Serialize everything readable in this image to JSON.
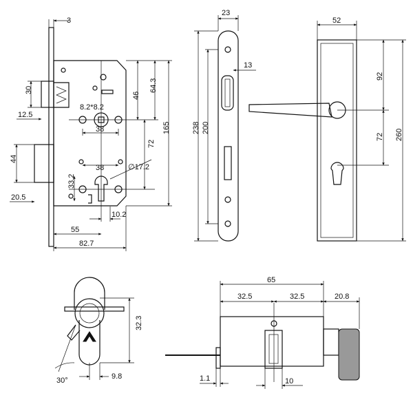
{
  "drawing": {
    "mortise_lock": {
      "dims": {
        "faceplate_thickness": "3",
        "latch_height": "30",
        "latch_offset": "12.5",
        "deadbolt_height": "44",
        "deadbolt_offset": "20.5",
        "spindle_square": "8.2*8.2",
        "spindle_from_top": "46",
        "top_to_spindle": "64.3",
        "spindle_center_spacing": "38",
        "cylinder_hole_spacing": "38",
        "cylinder_diameter": "∅17.2",
        "cylinder_height": "33.2",
        "center_distance": "72",
        "body_height": "165",
        "backset": "55",
        "body_depth": "82.7",
        "cylinder_offset": "10.2"
      }
    },
    "faceplate": {
      "dims": {
        "width": "23",
        "latch_width": "13",
        "length": "238",
        "inner_length": "200"
      }
    },
    "handle_plate": {
      "dims": {
        "width": "52",
        "top_to_handle": "92",
        "handle_to_keyhole": "72",
        "length": "260"
      }
    },
    "cylinder_front": {
      "dims": {
        "height": "32.3",
        "offset": "9.8",
        "cam_angle": "30°"
      }
    },
    "cylinder_side": {
      "dims": {
        "total_length": "65",
        "left_half": "32.5",
        "right_half": "32.5",
        "knob_length": "20.8",
        "cam_offset": "1.1",
        "cam_width": "10"
      }
    }
  }
}
